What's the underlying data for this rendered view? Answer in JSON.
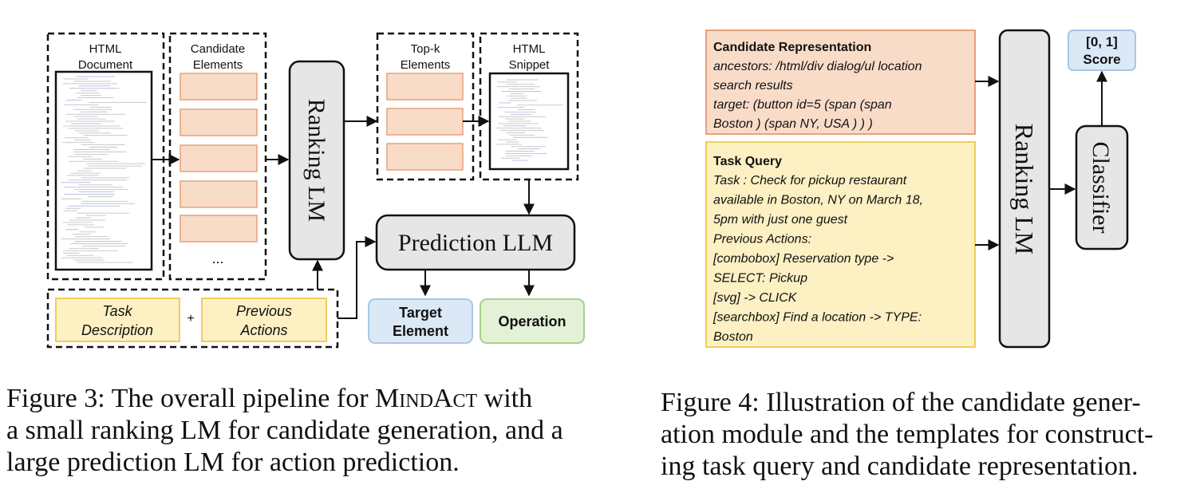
{
  "colors": {
    "peach_fill": "#f9dcc8",
    "peach_stroke": "#e9a07a",
    "yellow_fill": "#fdf0c3",
    "yellow_stroke": "#f0cd5a",
    "blue_fill": "#dbe9f7",
    "blue_stroke": "#a9c6e6",
    "green_fill": "#e3f1d6",
    "green_stroke": "#a8d18b",
    "gray_fill": "#e6e6e6",
    "dark": "#111111"
  },
  "figure3": {
    "html_document_label": [
      "HTML",
      "Document"
    ],
    "candidate_elements_label": [
      "Candidate",
      "Elements"
    ],
    "candidate_ellipsis": "...",
    "ranking_lm": "Ranking LM",
    "topk_label": [
      "Top-k",
      "Elements"
    ],
    "html_snippet_label": [
      "HTML",
      "Snippet"
    ],
    "prediction_llm": "Prediction LLM",
    "task_description": [
      "Task",
      "Description"
    ],
    "plus": "+",
    "previous_actions": [
      "Previous",
      "Actions"
    ],
    "target_element": [
      "Target",
      "Element"
    ],
    "operation": "Operation"
  },
  "figure4": {
    "candidate_title": "Candidate Representation",
    "candidate_lines": [
      "ancestors: /html/div dialog/ul location",
      "search results",
      "target: (button id=5 (span (span",
      "Boston ) (span NY, USA ) ) )"
    ],
    "task_title": "Task Query",
    "task_lines": [
      "Task : Check for pickup restaurant",
      "available in Boston, NY on March 18,",
      "5pm with just one guest",
      "Previous Actions:",
      "[combobox] Reservation type ->",
      "SELECT: Pickup",
      "[svg] -> CLICK",
      "[searchbox] Find a location -> TYPE:",
      "Boston"
    ],
    "ranking_lm": "Ranking LM",
    "classifier": "Classifier",
    "score": [
      "[0, 1]",
      "Score"
    ]
  },
  "captions": {
    "fig3_lines": [
      [
        "Figure 3: The overall pipeline for ",
        "MindAct",
        " with"
      ],
      [
        "a small ranking LM for candidate generation, and a"
      ],
      [
        "large prediction LM for action prediction."
      ]
    ],
    "fig4_lines": [
      "Figure 4: Illustration of the candidate gener-",
      "ation module and the templates for construct-",
      "ing task query and candidate representation."
    ]
  }
}
